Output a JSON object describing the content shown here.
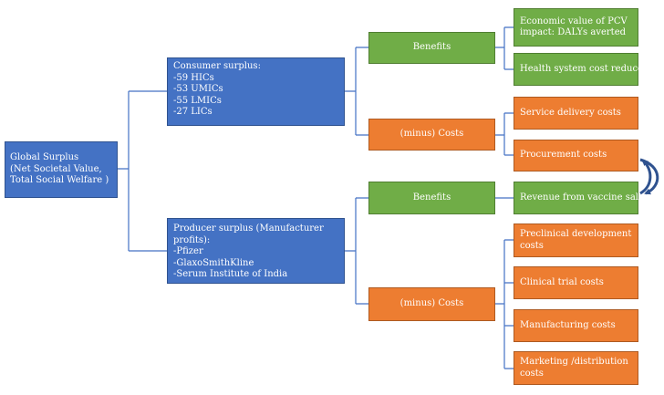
{
  "root": {
    "lines": [
      "Global Surplus",
      "(Net Societal Value,",
      "Total Social Welfare )"
    ]
  },
  "consumer": {
    "lines": [
      "Consumer surplus:",
      "-59 HICs",
      "-53 UMICs",
      "-55 LMICs",
      "-27 LICs"
    ],
    "benefits": {
      "label": "Benefits",
      "items": [
        [
          "Economic value of PCV",
          "impact: DALYs averted"
        ],
        [
          "Health system cost reduced"
        ]
      ]
    },
    "costs": {
      "label": "(minus) Costs",
      "items": [
        [
          "Service delivery costs"
        ],
        [
          "Procurement costs"
        ]
      ]
    }
  },
  "producer": {
    "lines": [
      "Producer surplus (Manufacturer",
      " profits):",
      " -Pfizer",
      "-GlaxoSmithKline",
      "-Serum Institute of India"
    ],
    "benefits": {
      "label": "Benefits",
      "items": [
        [
          "Revenue from vaccine sales"
        ]
      ]
    },
    "costs": {
      "label": "(minus) Costs",
      "items": [
        [
          "Preclinical development",
          "costs"
        ],
        [
          "Clinical trial costs"
        ],
        [
          "Manufacturing costs"
        ],
        [
          "Marketing /distribution",
          "costs"
        ]
      ]
    }
  },
  "colors": {
    "surplus": "#4472c4",
    "benefit": "#70ad47",
    "cost": "#ed7d31",
    "connector": "#4472c4"
  }
}
